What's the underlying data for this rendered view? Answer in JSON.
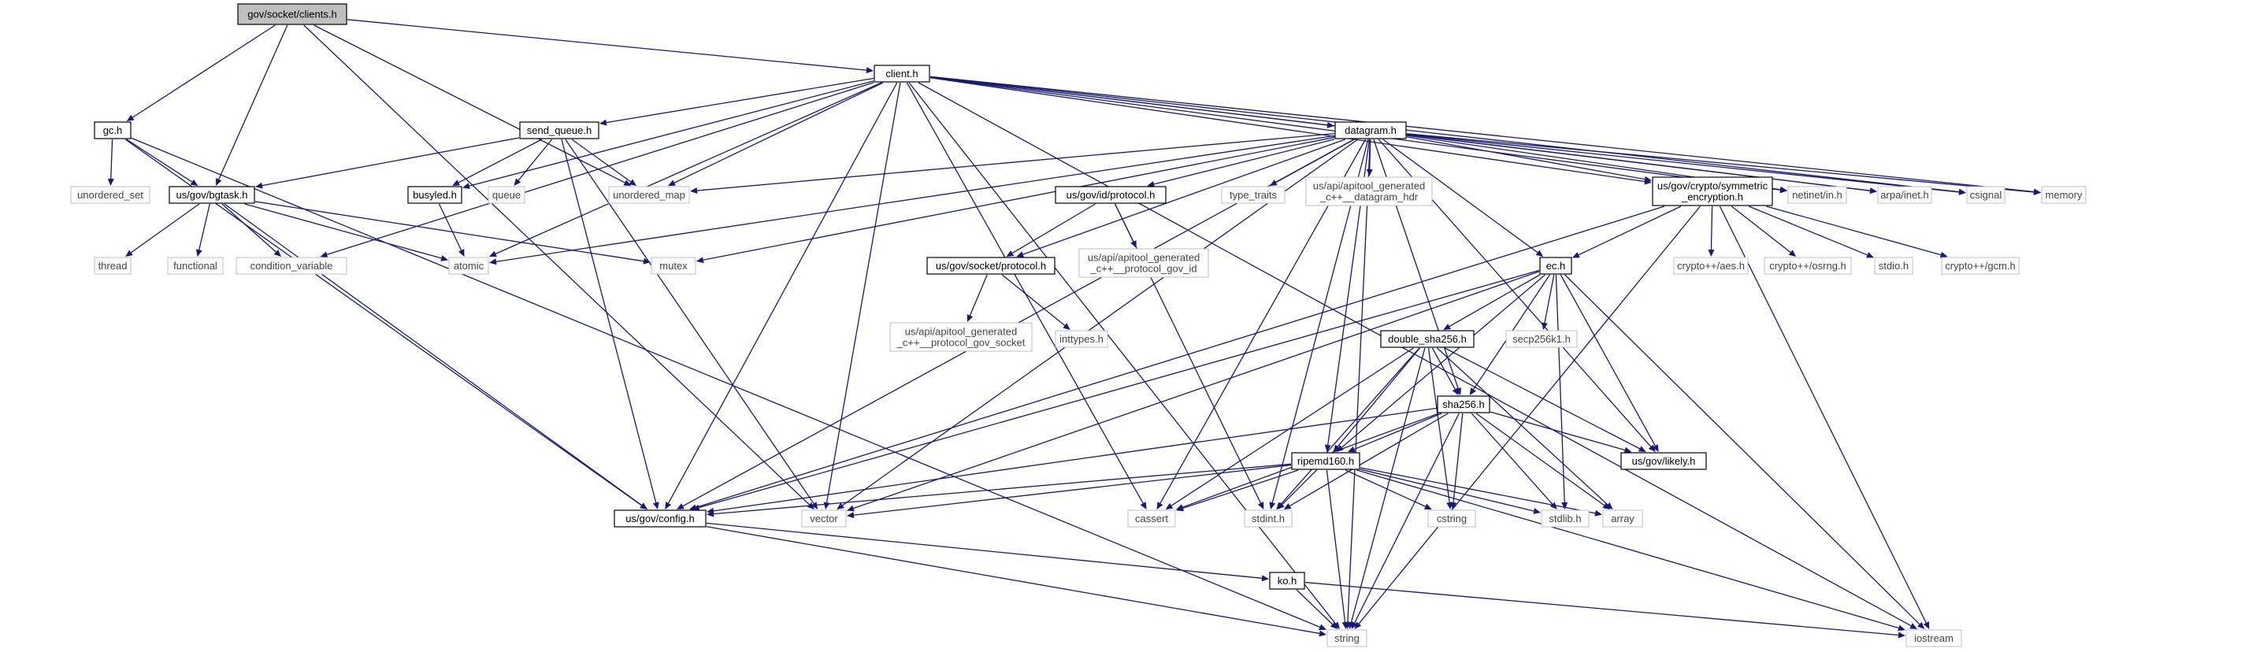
{
  "colors": {
    "edge": "#191970",
    "root_fill": "#bfbfbf",
    "box_border": "#000000",
    "system_border": "#bfbfbf"
  },
  "nodes": {
    "root": {
      "label": "gov/socket/clients.h"
    },
    "client": {
      "label": "client.h"
    },
    "gc": {
      "label": "gc.h"
    },
    "send_queue": {
      "label": "send_queue.h"
    },
    "datagram": {
      "label": "datagram.h"
    },
    "bgtask": {
      "label": "us/gov/bgtask.h"
    },
    "unordered_set": {
      "label": "unordered_set"
    },
    "busyled": {
      "label": "busyled.h"
    },
    "queue": {
      "label": "queue"
    },
    "unordered_map": {
      "label": "unordered_map"
    },
    "type_traits": {
      "label": "type_traits"
    },
    "dgram_hdr": {
      "label": [
        "us/api/apitool_generated",
        "_c++__datagram_hdr"
      ]
    },
    "sym_enc": {
      "label": [
        "us/gov/crypto/symmetric",
        "_encryption.h"
      ]
    },
    "netinet": {
      "label": "netinet/in.h"
    },
    "arpa": {
      "label": "arpa/inet.h"
    },
    "csignal": {
      "label": "csignal"
    },
    "memory": {
      "label": "memory"
    },
    "id_protocol": {
      "label": "us/gov/id/protocol.h"
    },
    "thread": {
      "label": "thread"
    },
    "functional": {
      "label": "functional"
    },
    "condvar": {
      "label": "condition_variable"
    },
    "atomic": {
      "label": "atomic"
    },
    "mutex": {
      "label": "mutex"
    },
    "socket_protocol": {
      "label": "us/gov/socket/protocol.h"
    },
    "proto_gov_id": {
      "label": [
        "us/api/apitool_generated",
        "_c++__protocol_gov_id"
      ]
    },
    "ec": {
      "label": "ec.h"
    },
    "aes": {
      "label": "crypto++/aes.h"
    },
    "osrng": {
      "label": "crypto++/osrng.h"
    },
    "stdio": {
      "label": "stdio.h"
    },
    "gcm": {
      "label": "crypto++/gcm.h"
    },
    "proto_gov_socket": {
      "label": [
        "us/api/apitool_generated",
        "_c++__protocol_gov_socket"
      ]
    },
    "inttypes": {
      "label": "inttypes.h"
    },
    "double_sha": {
      "label": "double_sha256.h"
    },
    "secp": {
      "label": "secp256k1.h"
    },
    "sha256": {
      "label": "sha256.h"
    },
    "likely": {
      "label": "us/gov/likely.h"
    },
    "ripemd": {
      "label": "ripemd160.h"
    },
    "config": {
      "label": "us/gov/config.h"
    },
    "vector": {
      "label": "vector"
    },
    "cassert": {
      "label": "cassert"
    },
    "stdint": {
      "label": "stdint.h"
    },
    "cstring": {
      "label": "cstring"
    },
    "stdlib": {
      "label": "stdlib.h"
    },
    "array": {
      "label": "array"
    },
    "ko": {
      "label": "ko.h"
    },
    "string": {
      "label": "string"
    },
    "iostream": {
      "label": "iostream"
    }
  },
  "edges": [
    [
      "root",
      "client"
    ],
    [
      "root",
      "gc"
    ],
    [
      "root",
      "bgtask"
    ],
    [
      "root",
      "unordered_map"
    ],
    [
      "root",
      "vector"
    ],
    [
      "client",
      "send_queue"
    ],
    [
      "client",
      "datagram"
    ],
    [
      "client",
      "busyled"
    ],
    [
      "client",
      "unordered_map"
    ],
    [
      "client",
      "sym_enc"
    ],
    [
      "client",
      "netinet"
    ],
    [
      "client",
      "arpa"
    ],
    [
      "client",
      "csignal"
    ],
    [
      "client",
      "memory"
    ],
    [
      "client",
      "condvar"
    ],
    [
      "client",
      "atomic"
    ],
    [
      "client",
      "config"
    ],
    [
      "client",
      "vector"
    ],
    [
      "client",
      "cassert"
    ],
    [
      "client",
      "string"
    ],
    [
      "client",
      "iostream"
    ],
    [
      "gc",
      "unordered_set"
    ],
    [
      "gc",
      "bgtask"
    ],
    [
      "gc",
      "config"
    ],
    [
      "gc",
      "string"
    ],
    [
      "send_queue",
      "bgtask"
    ],
    [
      "send_queue",
      "busyled"
    ],
    [
      "send_queue",
      "queue"
    ],
    [
      "send_queue",
      "unordered_map"
    ],
    [
      "send_queue",
      "config"
    ],
    [
      "send_queue",
      "vector"
    ],
    [
      "bgtask",
      "thread"
    ],
    [
      "bgtask",
      "functional"
    ],
    [
      "bgtask",
      "condvar"
    ],
    [
      "bgtask",
      "atomic"
    ],
    [
      "bgtask",
      "mutex"
    ],
    [
      "bgtask",
      "config"
    ],
    [
      "busyled",
      "atomic"
    ],
    [
      "datagram",
      "unordered_map"
    ],
    [
      "datagram",
      "type_traits"
    ],
    [
      "datagram",
      "dgram_hdr"
    ],
    [
      "datagram",
      "sym_enc"
    ],
    [
      "datagram",
      "netinet"
    ],
    [
      "datagram",
      "arpa"
    ],
    [
      "datagram",
      "csignal"
    ],
    [
      "datagram",
      "memory"
    ],
    [
      "datagram",
      "id_protocol"
    ],
    [
      "datagram",
      "socket_protocol"
    ],
    [
      "datagram",
      "mutex"
    ],
    [
      "datagram",
      "atomic"
    ],
    [
      "datagram",
      "ec"
    ],
    [
      "datagram",
      "sha256"
    ],
    [
      "datagram",
      "ripemd"
    ],
    [
      "datagram",
      "likely"
    ],
    [
      "datagram",
      "config"
    ],
    [
      "datagram",
      "vector"
    ],
    [
      "datagram",
      "cassert"
    ],
    [
      "datagram",
      "stdint"
    ],
    [
      "datagram",
      "string"
    ],
    [
      "id_protocol",
      "socket_protocol"
    ],
    [
      "id_protocol",
      "proto_gov_id"
    ],
    [
      "id_protocol",
      "stdint"
    ],
    [
      "socket_protocol",
      "proto_gov_socket"
    ],
    [
      "socket_protocol",
      "inttypes"
    ],
    [
      "sym_enc",
      "ec"
    ],
    [
      "sym_enc",
      "aes"
    ],
    [
      "sym_enc",
      "osrng"
    ],
    [
      "sym_enc",
      "stdio"
    ],
    [
      "sym_enc",
      "gcm"
    ],
    [
      "sym_enc",
      "config"
    ],
    [
      "sym_enc",
      "string"
    ],
    [
      "sym_enc",
      "iostream"
    ],
    [
      "ec",
      "double_sha"
    ],
    [
      "ec",
      "secp"
    ],
    [
      "ec",
      "sha256"
    ],
    [
      "ec",
      "likely"
    ],
    [
      "ec",
      "ripemd"
    ],
    [
      "ec",
      "config"
    ],
    [
      "ec",
      "vector"
    ],
    [
      "ec",
      "stdlib"
    ],
    [
      "ec",
      "iostream"
    ],
    [
      "double_sha",
      "sha256"
    ],
    [
      "double_sha",
      "likely"
    ],
    [
      "double_sha",
      "ripemd"
    ],
    [
      "double_sha",
      "cassert"
    ],
    [
      "double_sha",
      "stdint"
    ],
    [
      "double_sha",
      "cstring"
    ],
    [
      "double_sha",
      "array"
    ],
    [
      "double_sha",
      "string"
    ],
    [
      "sha256",
      "likely"
    ],
    [
      "sha256",
      "ripemd"
    ],
    [
      "sha256",
      "cassert"
    ],
    [
      "sha256",
      "stdint"
    ],
    [
      "sha256",
      "cstring"
    ],
    [
      "sha256",
      "stdlib"
    ],
    [
      "sha256",
      "array"
    ],
    [
      "sha256",
      "string"
    ],
    [
      "sha256",
      "config"
    ],
    [
      "ripemd",
      "config"
    ],
    [
      "ripemd",
      "vector"
    ],
    [
      "ripemd",
      "cassert"
    ],
    [
      "ripemd",
      "stdint"
    ],
    [
      "ripemd",
      "cstring"
    ],
    [
      "ripemd",
      "stdlib"
    ],
    [
      "ripemd",
      "array"
    ],
    [
      "ripemd",
      "string"
    ],
    [
      "ripemd",
      "iostream"
    ],
    [
      "config",
      "ko"
    ],
    [
      "config",
      "string"
    ],
    [
      "ko",
      "string"
    ],
    [
      "ko",
      "iostream"
    ]
  ]
}
